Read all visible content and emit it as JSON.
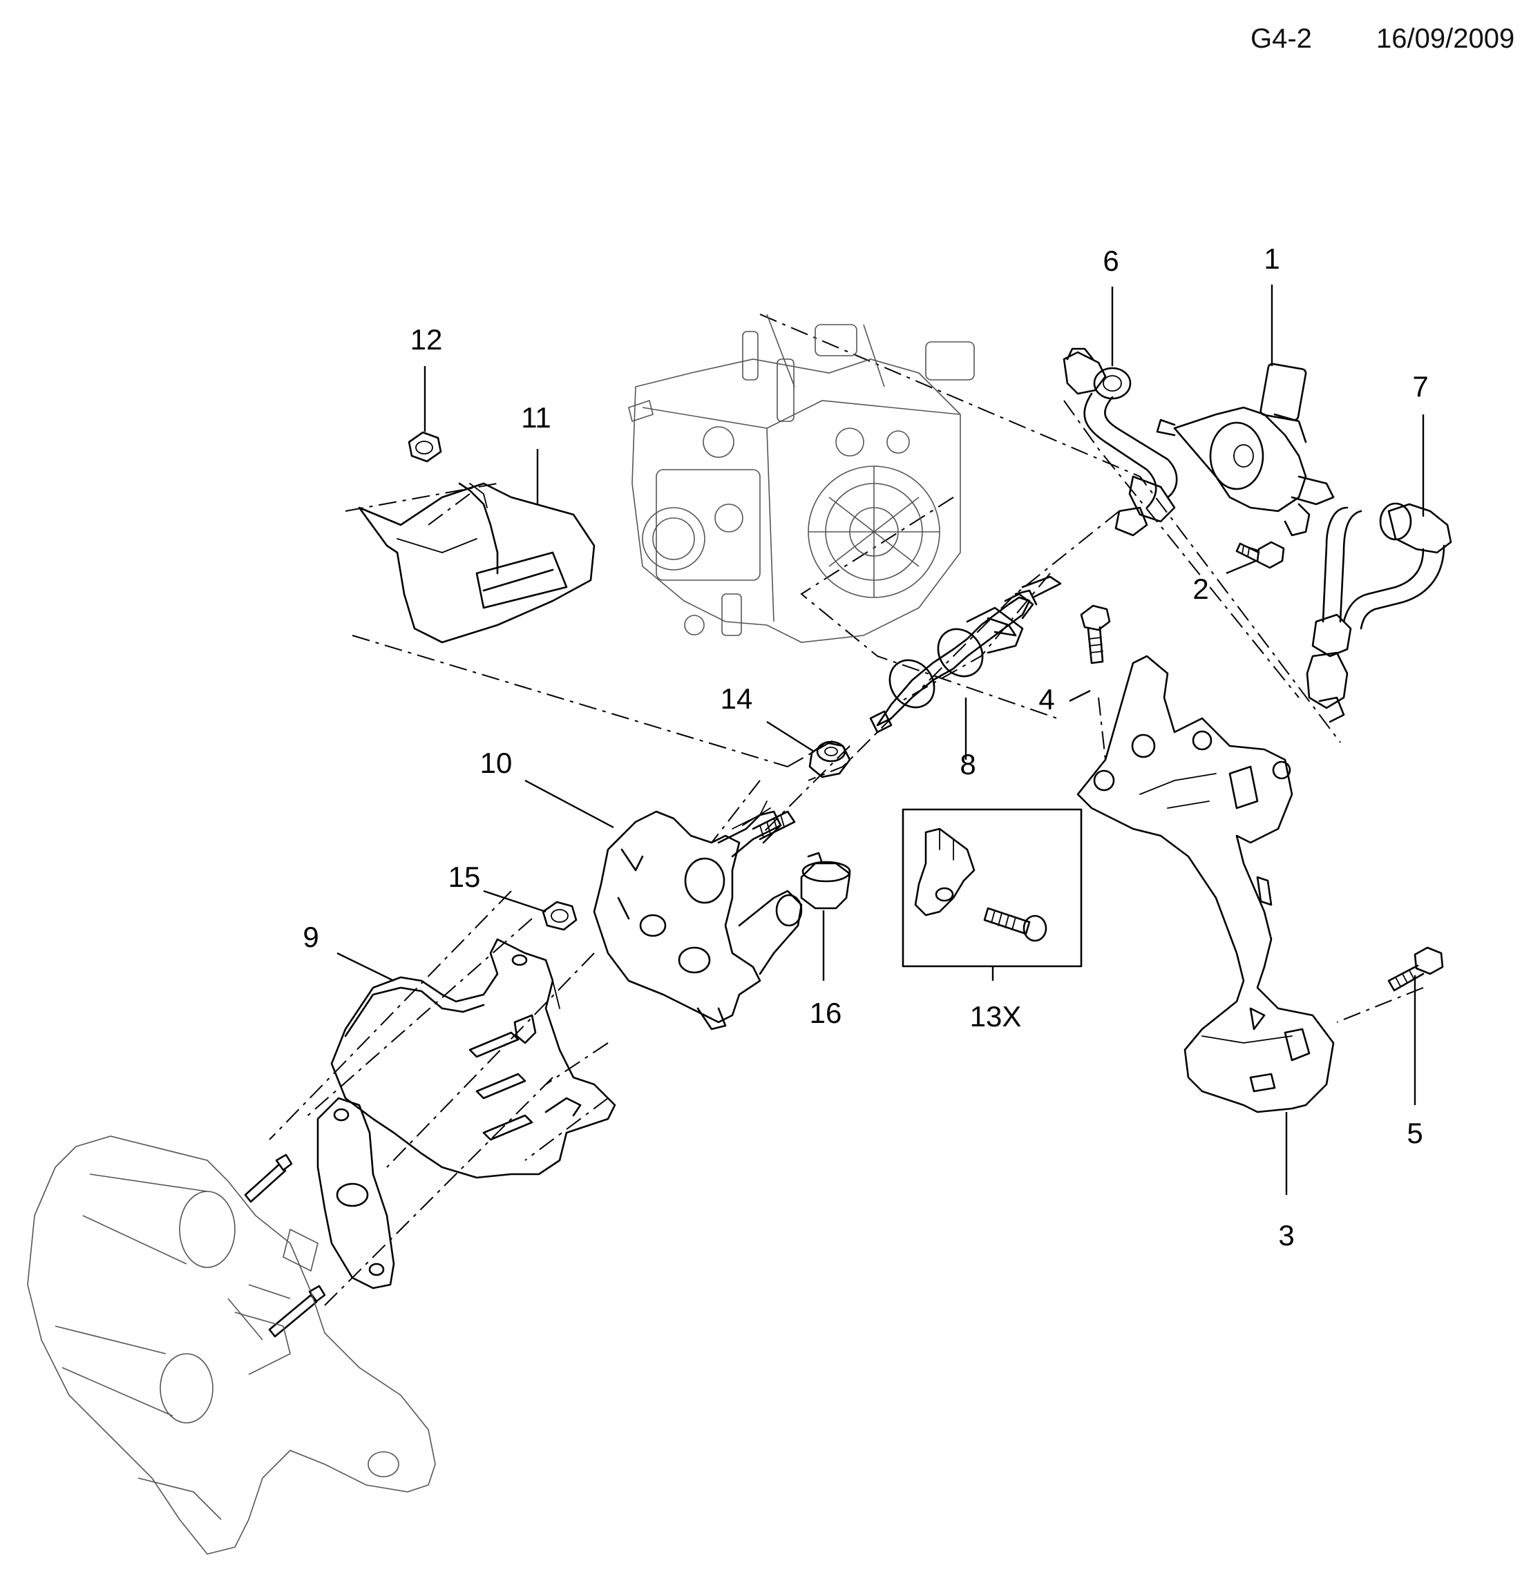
{
  "header": {
    "figure_code": "G4-2",
    "date": "16/09/2009"
  },
  "callouts": [
    {
      "id": "1",
      "text": "1"
    },
    {
      "id": "2",
      "text": "2"
    },
    {
      "id": "3",
      "text": "3"
    },
    {
      "id": "4",
      "text": "4"
    },
    {
      "id": "5",
      "text": "5"
    },
    {
      "id": "6",
      "text": "6"
    },
    {
      "id": "7",
      "text": "7"
    },
    {
      "id": "8",
      "text": "8"
    },
    {
      "id": "9",
      "text": "9"
    },
    {
      "id": "10",
      "text": "10"
    },
    {
      "id": "11",
      "text": "11"
    },
    {
      "id": "12",
      "text": "12"
    },
    {
      "id": "13X",
      "text": "13X"
    },
    {
      "id": "14",
      "text": "14"
    },
    {
      "id": "15",
      "text": "15"
    },
    {
      "id": "16",
      "text": "16"
    }
  ]
}
